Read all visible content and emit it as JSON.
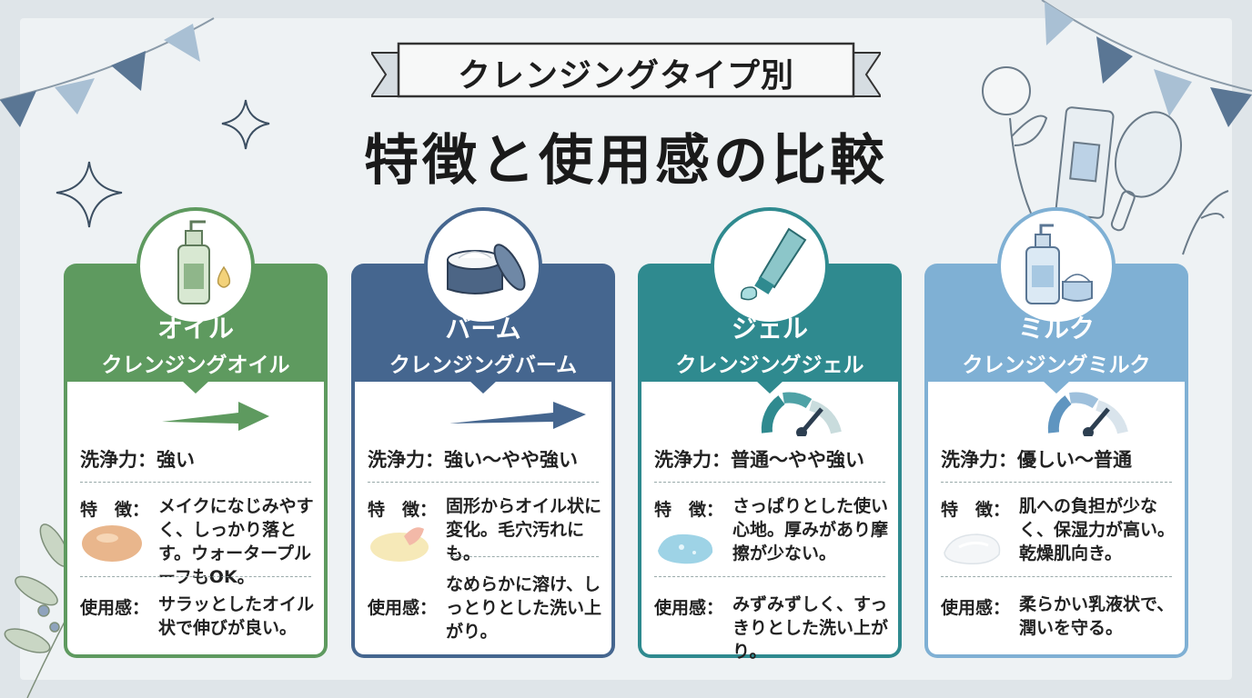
{
  "banner": "クレンジングタイプ別",
  "title": "特徴と使用感の比較",
  "labels": {
    "power": "洗浄力：",
    "feature": "特　徴：",
    "usage": "使用感："
  },
  "cards": [
    {
      "name": "オイル",
      "full": "クレンジングオイル",
      "power": "洗浄力：強い",
      "feature": "メイクになじみやすく、しっかり落とす。ウォータープルーフもOK。",
      "usage": "サラッとしたオイル状で伸びが良い。",
      "color": "#5e9a5f",
      "icon": "oil-bottle-icon"
    },
    {
      "name": "バーム",
      "full": "クレンジングバーム",
      "power": "洗浄力：強い〜やや強い",
      "feature": "固形からオイル状に変化。毛穴汚れにも。",
      "usage": "なめらかに溶け、しっとりとした洗い上がり。",
      "color": "#45668f",
      "icon": "balm-jar-icon"
    },
    {
      "name": "ジェル",
      "full": "クレンジングジェル",
      "power": "洗浄力：普通〜やや強い",
      "feature": "さっぱりとした使い心地。厚みがあり摩擦が少ない。",
      "usage": "みずみずしく、すっきりとした洗い上がり。",
      "color": "#2f8a8f",
      "icon": "gel-tube-icon"
    },
    {
      "name": "ミルク",
      "full": "クレンジングミルク",
      "power": "洗浄力：優しい〜普通",
      "feature": "肌への負担が少なく、保湿力が高い。乾燥肌向き。",
      "usage": "柔らかい乳液状で、潤いを守る。",
      "color": "#7fb0d4",
      "icon": "milk-bottle-icon"
    }
  ]
}
